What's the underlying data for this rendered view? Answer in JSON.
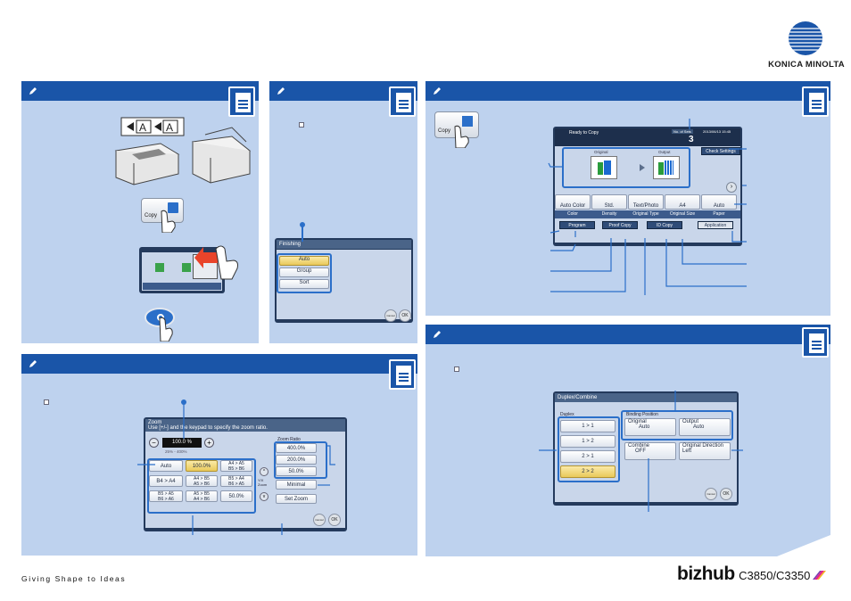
{
  "brand": {
    "name": "KONICA MINOLTA",
    "tagline": "Giving Shape to Ideas",
    "product": "bizhub",
    "model": "C3850/C3350",
    "brand_color": "#1a55a8"
  },
  "panels": {
    "panel1": {
      "copy_button": "Copy"
    },
    "panel2": {
      "screen_title": "Finishing",
      "options": [
        "Auto",
        "Group",
        "Sort"
      ],
      "cancel": "Cancel",
      "ok": "OK"
    },
    "panel3": {
      "copy_button": "Copy",
      "status_text": "Ready to Copy",
      "no_of_sets_label": "No. of Sets",
      "sets_value": "3",
      "datetime": "2013/06/13 15:45",
      "check_settings": "Check Settings",
      "original_label": "Original",
      "output_label": "Output",
      "buttons": [
        {
          "value": "Auto Color",
          "label": "Color"
        },
        {
          "value": "Std.",
          "label": "Density"
        },
        {
          "value": "Text/Photo",
          "label": "Original Type"
        },
        {
          "value": "A4",
          "label": "Original Size"
        },
        {
          "value": "Auto",
          "label": "Paper"
        }
      ],
      "tabs": [
        "Program",
        "Proof Copy",
        "ID Copy",
        "Application"
      ]
    },
    "panel4": {
      "title": "Zoom",
      "instruction": "Use [+/-] and the keypad to specify the zoom ratio.",
      "zoom_value": "100.0 %",
      "zoom_range": "25% - 400%",
      "auto": "Auto",
      "presets": [
        "100.0%",
        "A4 > A5\nB5 > B6",
        "B4 > A4",
        "A4 > B5\nA5 > B6",
        "B5 > A4\nB6 > A5",
        "B5 > A5\nB6 > A6",
        "A5 > B5\nA4 > B6",
        "50.0%"
      ],
      "zoom_ratio_label": "Zoom Ratio",
      "ratios": [
        "400.0%",
        "200.0%",
        "50.0%"
      ],
      "minimal": "Minimal",
      "set_zoom": "Set Zoom",
      "xy_label": "Y/X\nZoom",
      "cancel": "Cancel",
      "ok": "OK"
    },
    "panel5": {
      "title": "Duplex/Combine",
      "duplex_label": "Duplex",
      "duplex_options": [
        "1 > 1",
        "1 > 2",
        "2 > 1",
        "2 > 2"
      ],
      "binding_label": "Binding Position",
      "original_label": "Original",
      "original_value": "Auto",
      "output_label": "Output",
      "output_value": "Auto",
      "combine_label": "Combine",
      "combine_value": "OFF",
      "orig_direction_label": "Original Direction",
      "orig_direction_value": "Left",
      "cancel": "Cancel",
      "ok": "OK"
    }
  }
}
